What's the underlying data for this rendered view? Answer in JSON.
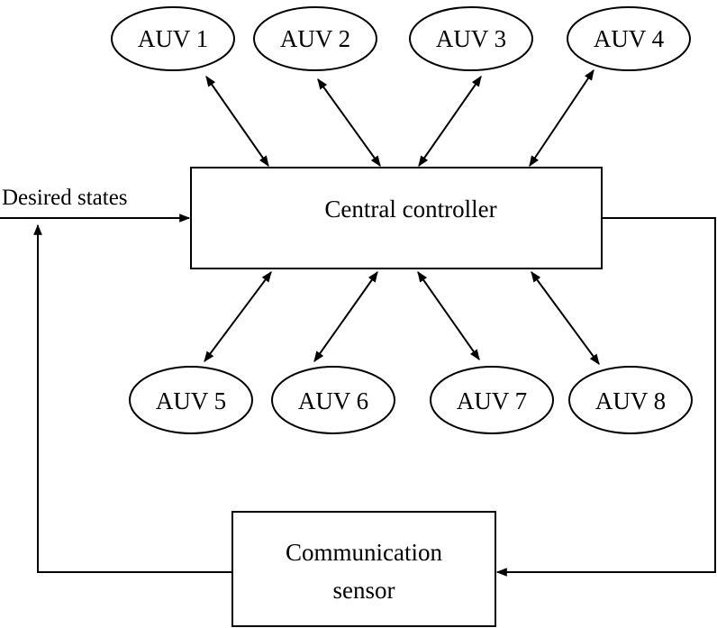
{
  "nodes": {
    "auv1": "AUV 1",
    "auv2": "AUV 2",
    "auv3": "AUV 3",
    "auv4": "AUV 4",
    "auv5": "AUV 5",
    "auv6": "AUV 6",
    "auv7": "AUV 7",
    "auv8": "AUV 8",
    "central_controller": "Central controller",
    "communication_sensor_line1": "Communication",
    "communication_sensor_line2": "sensor"
  },
  "inputs": {
    "desired_states": "Desired states"
  },
  "colors": {
    "stroke": "#000000",
    "background": "#ffffff"
  }
}
